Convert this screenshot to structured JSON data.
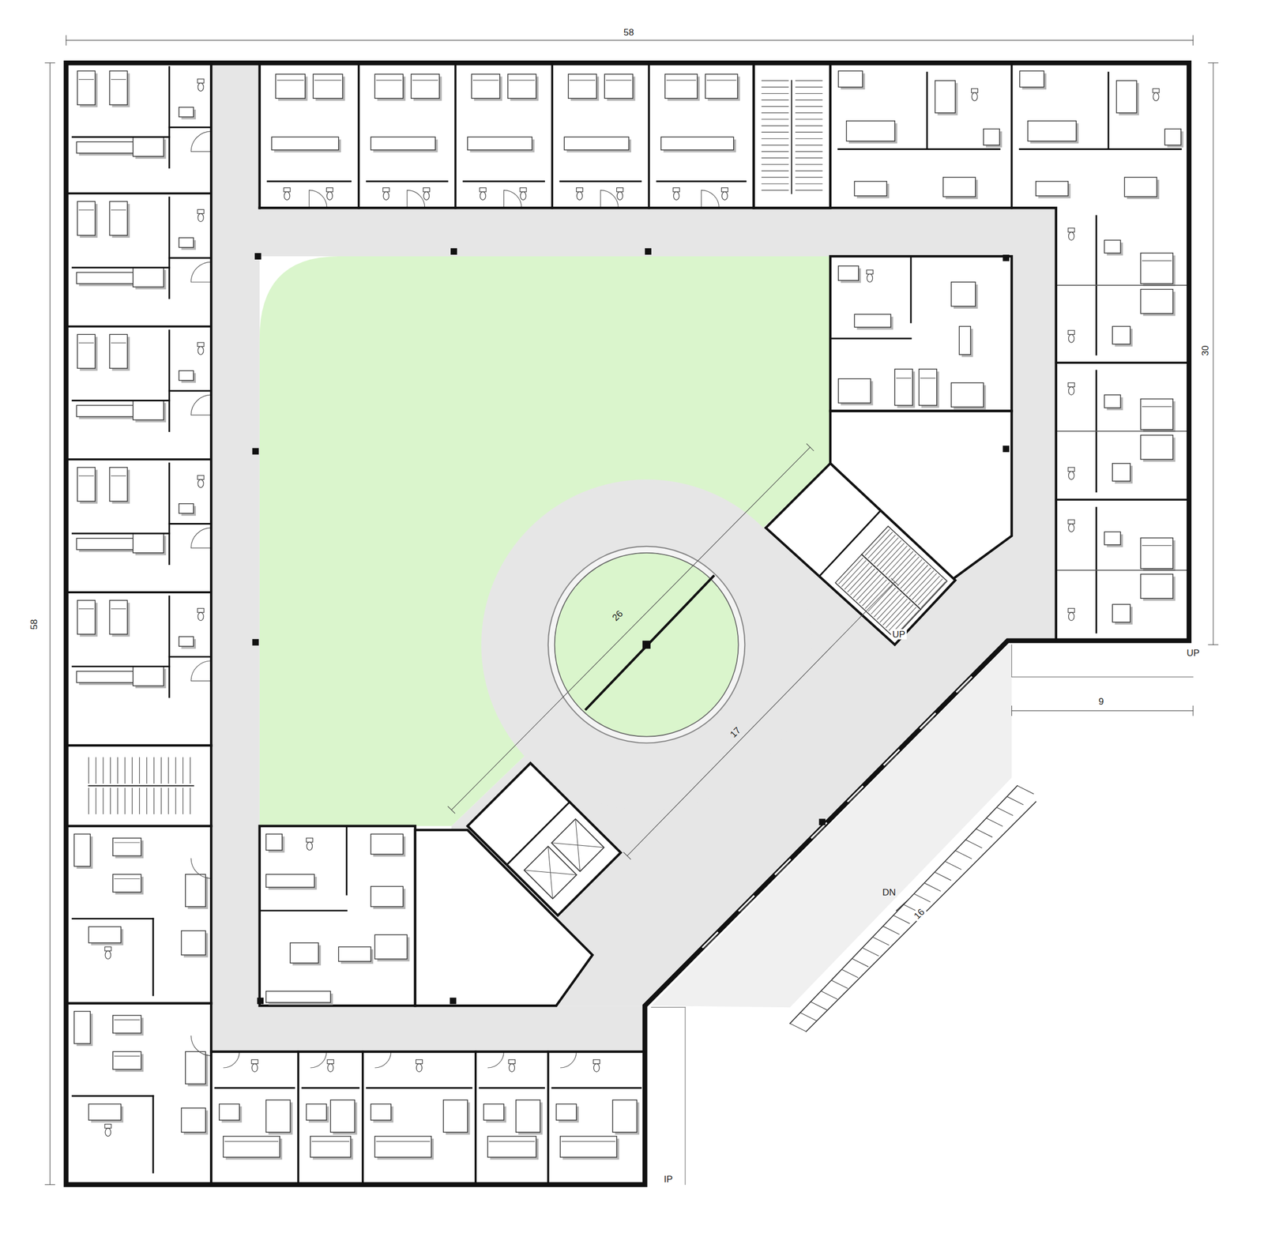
{
  "diagram": {
    "labels": [
      "58",
      "58",
      "30",
      "9",
      "26",
      "17",
      "UP",
      "UP",
      "DN",
      "16",
      "IP"
    ]
  }
}
